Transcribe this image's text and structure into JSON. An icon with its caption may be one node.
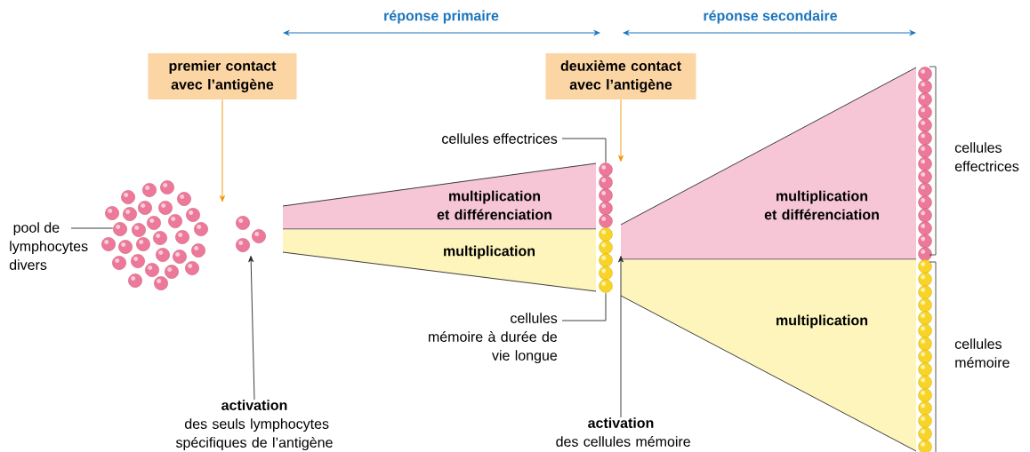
{
  "diagram": {
    "nodes": [
      {
        "text": [
          "premier contact avec l’antigène"
        ]
      },
      {
        "text": [
          "deuxième contact avec l’antigène"
        ]
      },
      {
        "text": [],
        "shape": "picture"
      },
      {
        "text": [
          "pool de lymphocytes divers"
        ]
      },
      {
        "text": [],
        "shape": "picture"
      },
      {
        "text": [
          "activation",
          "des seuls lymphocytes spécifiques de l’antigène"
        ]
      },
      {
        "text": [
          "multiplication et différenciation"
        ]
      },
      {
        "text": [
          "multiplication"
        ]
      },
      {
        "text": [
          "multiplication et différenciation"
        ]
      },
      {
        "text": [
          "multiplication"
        ]
      },
      {
        "text": [
          "cellules effectrices"
        ]
      },
      {
        "text": [],
        "shape": "picture"
      },
      {
        "text": [],
        "shape": "picture"
      },
      {
        "text": [
          "cellules mémoire à durée de vie longue"
        ]
      },
      {
        "text": [
          "activation",
          "des cellules mémoire"
        ]
      }
    ],
    "edges": [
      {
        "from": 0,
        "to": null,
        "arrow": "to",
        "color": "#f39200"
      },
      {
        "from": 1,
        "to": 11,
        "arrow": "to",
        "color": "#f39200"
      },
      {
        "from": 3,
        "to": 2,
        "arrow": "none"
      },
      {
        "from": 5,
        "to": 4,
        "arrow": "to"
      },
      {
        "from": 10,
        "to": 11,
        "arrow": "none"
      },
      {
        "from": 13,
        "to": 12,
        "arrow": "none"
      },
      {
        "from": 14,
        "to": 9,
        "arrow": "to"
      }
    ],
    "labels": [
      "réponse primaire",
      "réponse secondaire",
      "cellules effectrices",
      "cellules mémoire"
    ]
  }
}
